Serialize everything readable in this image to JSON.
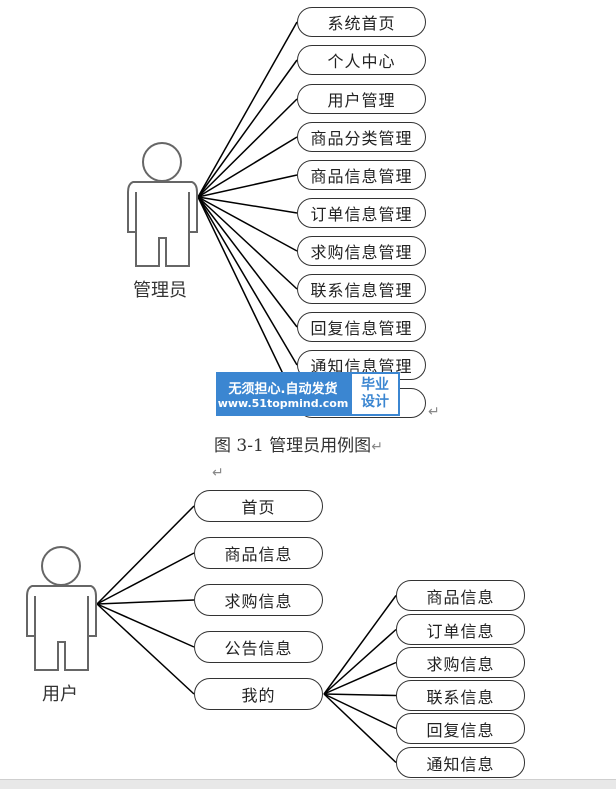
{
  "admin_diagram": {
    "actor_label": "管理员",
    "use_cases": [
      "系统首页",
      "个人中心",
      "用户管理",
      "商品分类管理",
      "商品信息管理",
      "订单信息管理",
      "求购信息管理",
      "联系信息管理",
      "回复信息管理",
      "通知信息管理",
      ""
    ],
    "caption": "图 3-1 管理员用例图"
  },
  "user_diagram": {
    "actor_label": "用户",
    "use_cases": [
      "首页",
      "商品信息",
      "求购信息",
      "公告信息",
      "我的"
    ],
    "sub_use_cases": [
      "商品信息",
      "订单信息",
      "求购信息",
      "联系信息",
      "回复信息",
      "通知信息"
    ]
  },
  "watermark": {
    "line1": "无须担心.自动发货",
    "line2": "www.51topmind.com",
    "badge_line1": "毕业",
    "badge_line2": "设计"
  },
  "paragraph_marks": [
    "↵",
    "↵",
    "↵"
  ],
  "colors": {
    "line": "#000000",
    "border": "#333333",
    "watermark_blue": "#3b86d1"
  }
}
